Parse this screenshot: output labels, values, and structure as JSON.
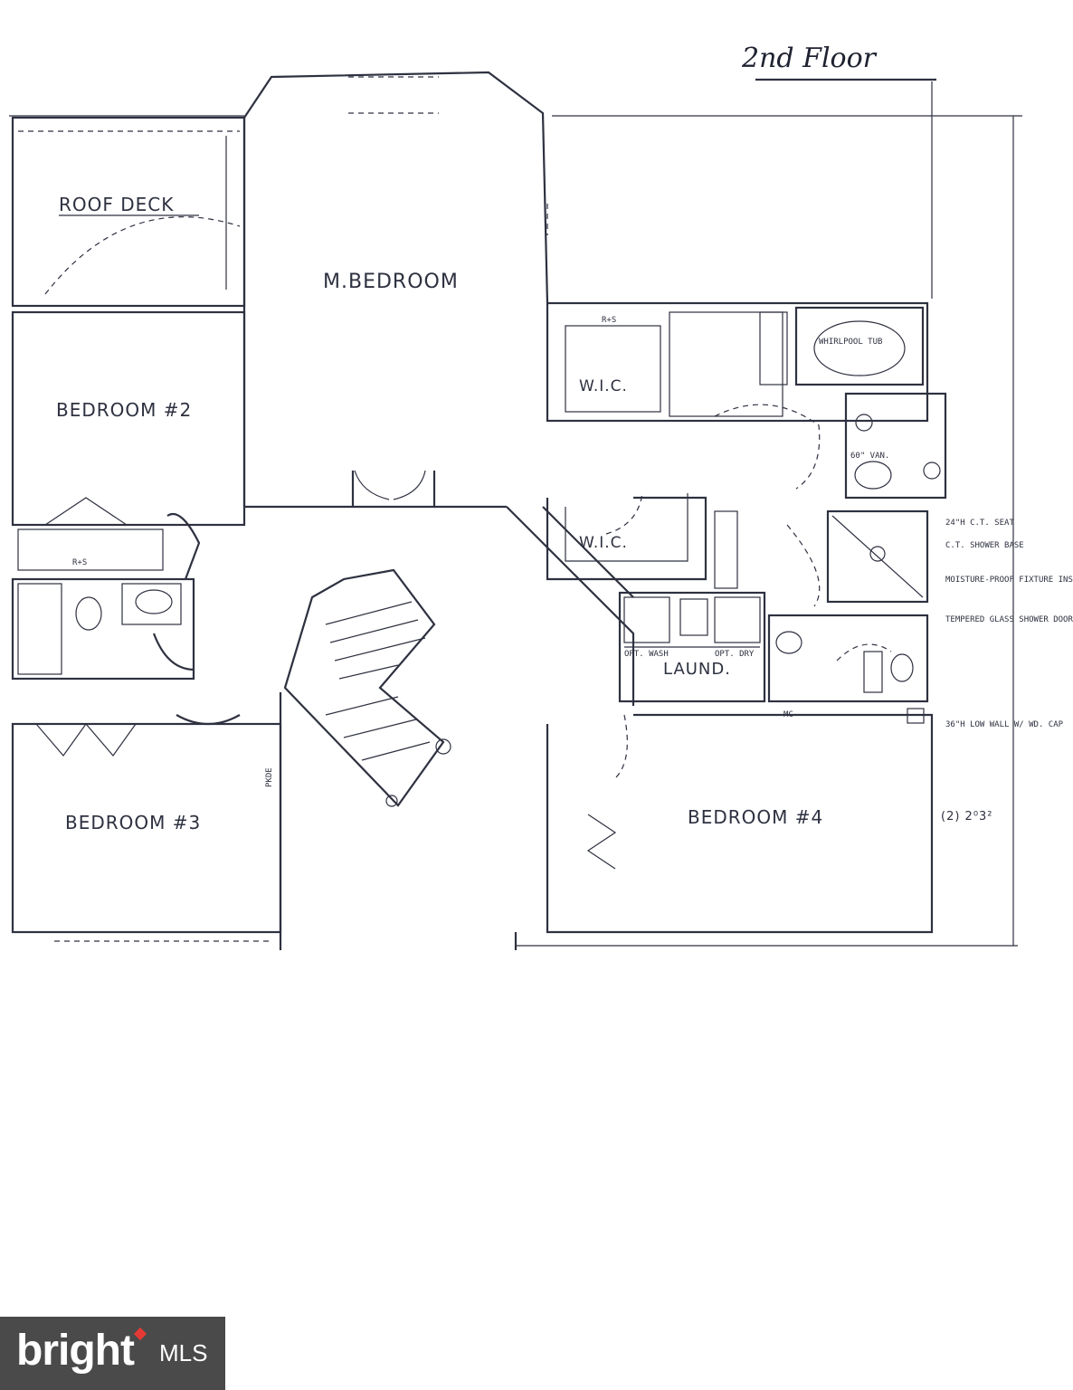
{
  "title": "2nd Floor",
  "rooms": {
    "roof_deck": "ROOF DECK",
    "master_bedroom": "M.BEDROOM",
    "bedroom_2": "BEDROOM #2",
    "bedroom_3": "BEDROOM #3",
    "bedroom_4": "BEDROOM #4",
    "wic_1": "W.I.C.",
    "wic_2": "W.I.C.",
    "laundry": "LAUND."
  },
  "notes": {
    "whirlpool": "WHIRLPOOL TUB",
    "ct_seat": "24\"H C.T. SEAT",
    "ct_shower": "C.T. SHOWER BASE",
    "moisture": "MOISTURE-PROOF FIXTURE INSTALL",
    "tempered": "TEMPERED GLASS SHOWER DOOR",
    "low_wall": "36\"H LOW WALL W/ WD. CAP",
    "window": "(2) 2⁰3²",
    "wash": "OPT. WASH",
    "dry": "OPT. DRY",
    "van": "60\" VAN.",
    "mc": "MC",
    "rs": "R+S",
    "pkde": "PKDE"
  },
  "logo": {
    "brand": "bright",
    "suffix": "MLS"
  }
}
